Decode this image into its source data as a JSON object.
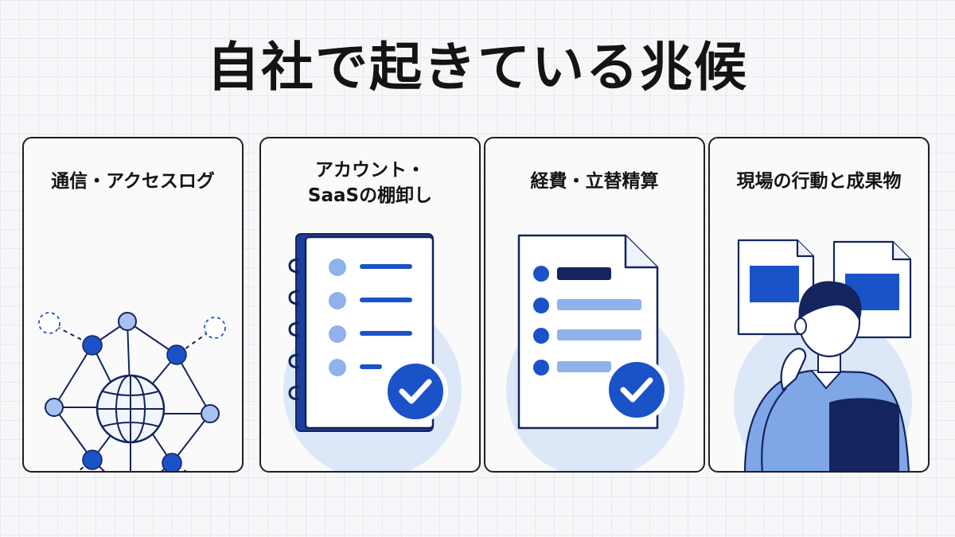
{
  "title": "自社で起きている兆候",
  "cards": [
    {
      "title_lines": [
        "通信・アクセスログ"
      ],
      "icon": "network-globe-icon"
    },
    {
      "title_lines": [
        "アカウント・",
        "SaaSの棚卸し"
      ],
      "icon": "checklist-notebook-icon"
    },
    {
      "title_lines": [
        "経費・立替精算"
      ],
      "icon": "document-check-icon"
    },
    {
      "title_lines": [
        "現場の行動と成果物"
      ],
      "icon": "person-reviewing-documents-icon"
    }
  ],
  "colors": {
    "navy": "#14245c",
    "blue": "#1a52c8",
    "light_blue": "#8fb2ec",
    "pale_blue": "#dce7f8",
    "card_border": "#1f1f24"
  }
}
